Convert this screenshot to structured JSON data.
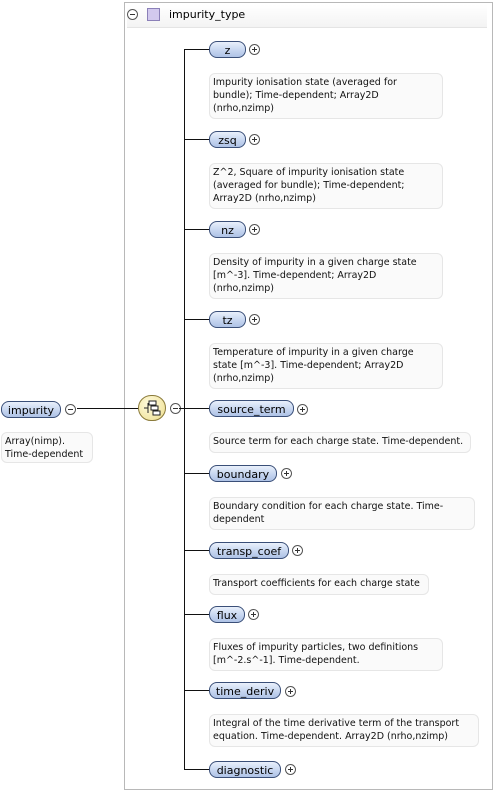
{
  "type_box": {
    "title": "impurity_type"
  },
  "root": {
    "label": "impurity",
    "description": "Array(nimp).\nTime-dependent"
  },
  "elements": [
    {
      "label": "z",
      "description": "Impurity ionisation state (averaged for bundle); Time-dependent; Array2D (nrho,nzimp)"
    },
    {
      "label": "zsq",
      "description": "Z^2, Square of impurity ionisation state (averaged for bundle); Time-dependent; Array2D (nrho,nzimp)"
    },
    {
      "label": "nz",
      "description": "Density of impurity in a given charge state [m^-3]. Time-dependent; Array2D (nrho,nzimp)"
    },
    {
      "label": "tz",
      "description": "Temperature of impurity in a given charge state [m^-3]. Time-dependent; Array2D (nrho,nzimp)"
    },
    {
      "label": "source_term",
      "description": "Source term for each charge state. Time-dependent."
    },
    {
      "label": "boundary",
      "description": "Boundary condition for each charge state. Time-dependent"
    },
    {
      "label": "transp_coef",
      "description": "Transport coefficients for each charge state"
    },
    {
      "label": "flux",
      "description": "Fluxes of impurity particles, two definitions [m^-2.s^-1]. Time-dependent."
    },
    {
      "label": "time_deriv",
      "description": "Integral of the time derivative term of the transport equation. Time-dependent. Array2D (nrho,nzimp)"
    },
    {
      "label": "diagnostic",
      "description": ""
    }
  ]
}
